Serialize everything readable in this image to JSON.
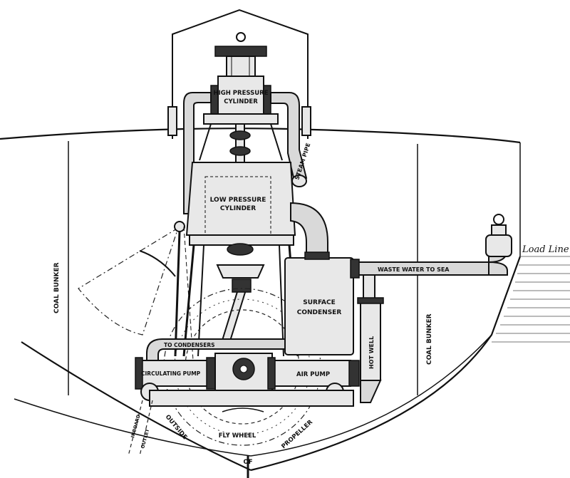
{
  "labels": {
    "high_pressure": [
      "HIGH PRESSURE",
      "CYLINDER"
    ],
    "low_pressure": [
      "LOW PRESSURE",
      "CYLINDER"
    ],
    "surface_condenser": [
      "SURFACE",
      "CONDENSER"
    ],
    "waste_water": "WASTE WATER TO SEA",
    "steam_pipe": "STEAM PIPE",
    "to_condensers": "TO CONDENSERS",
    "circulating_pump": "CIRCULATING PUMP",
    "air_pump": "AIR PUMP",
    "hot_well": "HOT WELL",
    "coal_bunker_left": "COAL BUNKER",
    "coal_bunker_right": "COAL BUNKER",
    "load_line": "Load Line",
    "inboard": "INBOARD",
    "outlet": "OUTLET",
    "outside": "OUTSIDE",
    "fly_wheel": "FLY WHEEL",
    "of": "OF",
    "propeller": "PROPELLER"
  }
}
